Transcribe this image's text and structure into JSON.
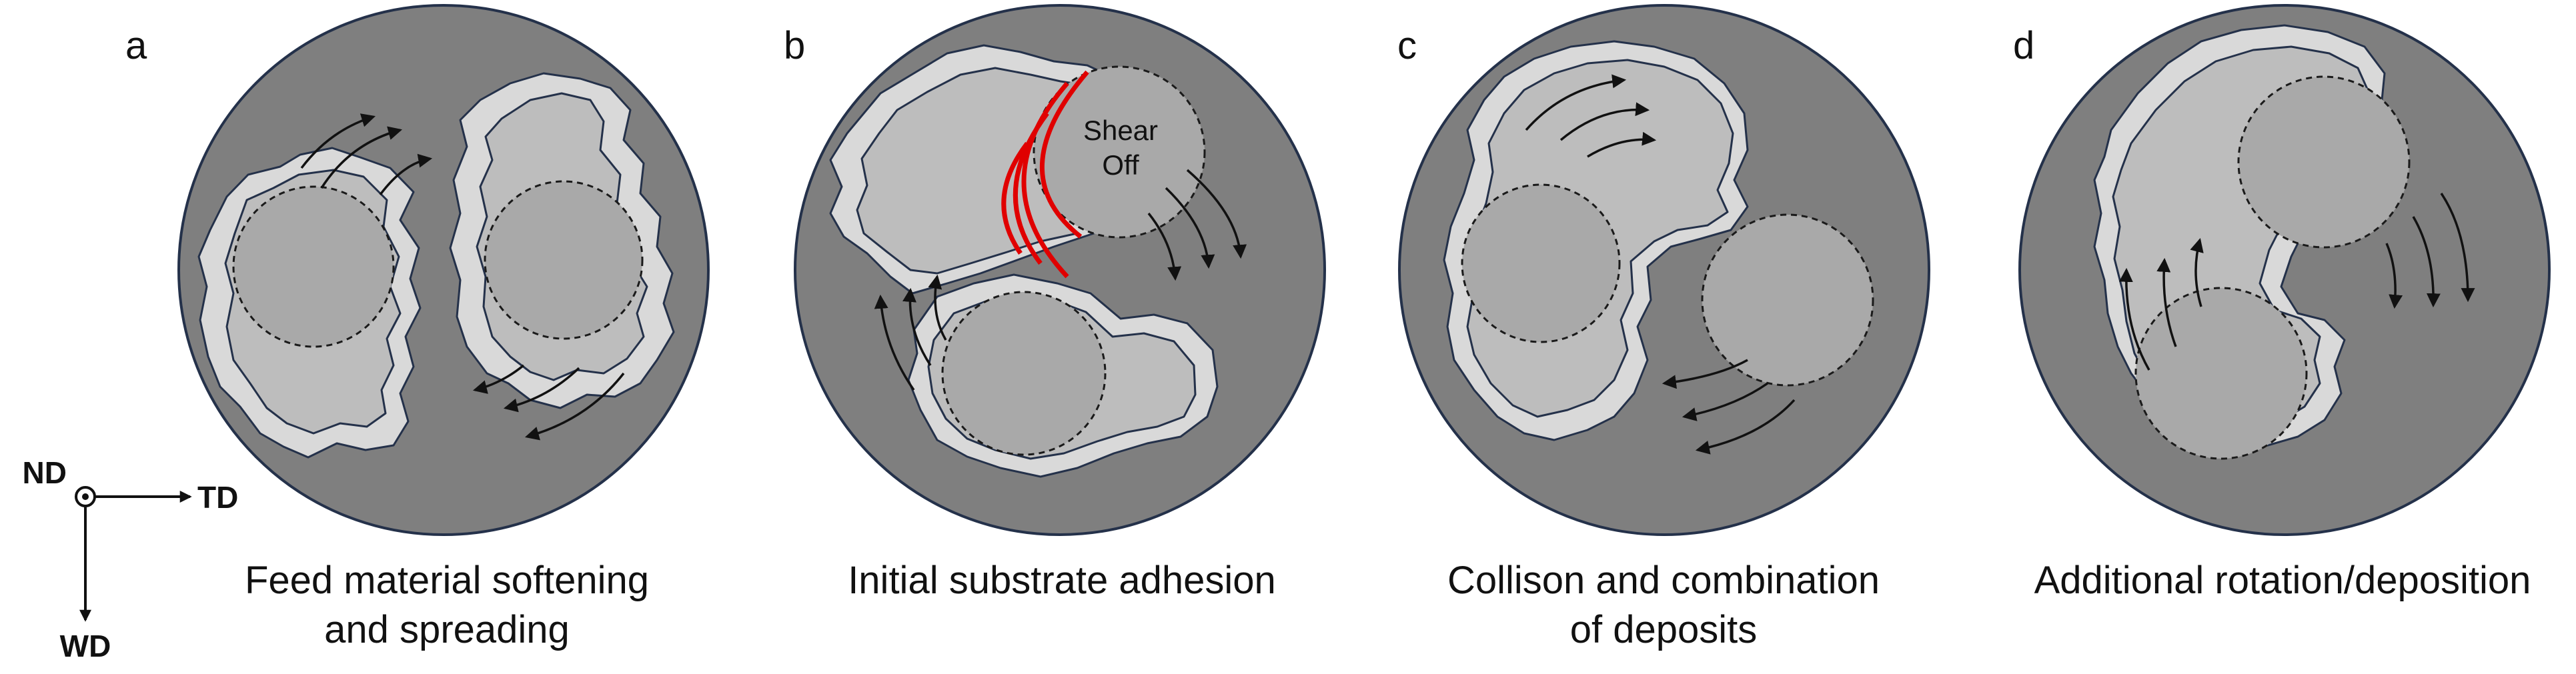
{
  "panels": [
    {
      "letter": "a",
      "caption": [
        "Feed material softening",
        "and spreading"
      ]
    },
    {
      "letter": "b",
      "caption": [
        "Initial substrate adhesion"
      ],
      "annotation": [
        "Shear",
        "Off"
      ]
    },
    {
      "letter": "c",
      "caption": [
        "Collison and combination",
        "of deposits"
      ]
    },
    {
      "letter": "d",
      "caption": [
        "Additional rotation/deposition"
      ]
    }
  ],
  "axes": {
    "normal": "ND",
    "transverse": "TD",
    "welding": "WD"
  },
  "colors": {
    "background_disc": "#7f7f7f",
    "outer_layer": "#d9d9d9",
    "inner_layer": "#bdbdbd",
    "tool": "#a9a9a9",
    "shear_marks": "#e00000",
    "outline": "#24314a"
  }
}
